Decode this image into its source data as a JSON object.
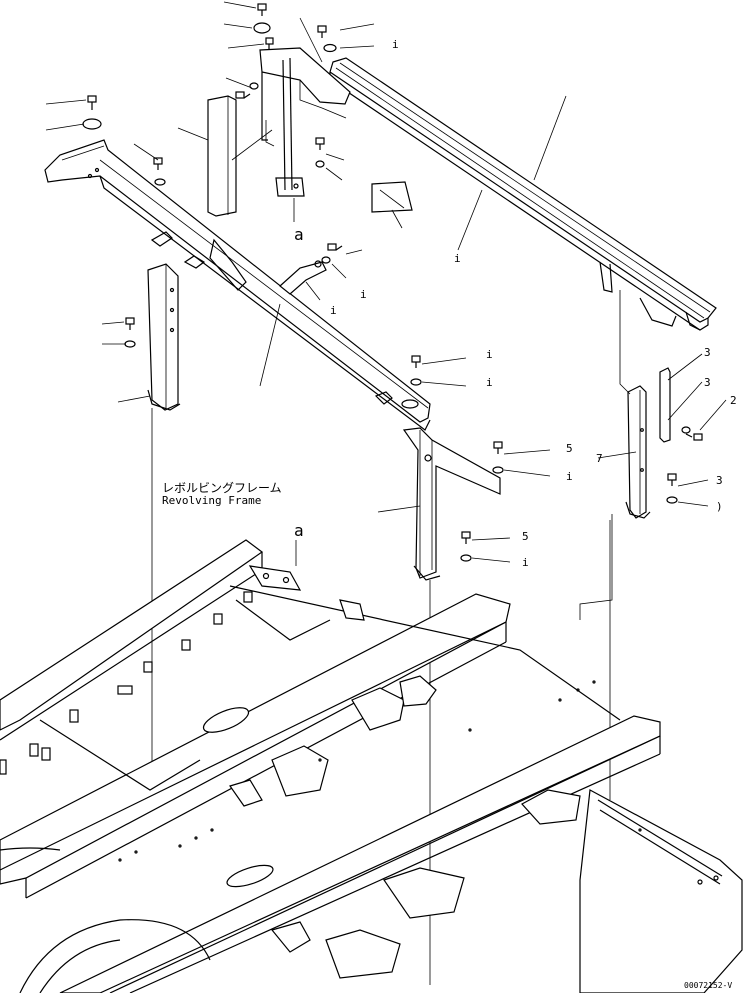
{
  "labels": {
    "frame_jp": "レボルビングフレーム",
    "frame_en": "Revolving Frame",
    "ref_a_top": "a",
    "ref_a_bottom": "a",
    "drawing_no": "00072152-V"
  },
  "callouts": {
    "c_i_1": "i",
    "c_i_2": "i",
    "c_i_3": "i",
    "c_i_4": "i",
    "c_i_5": "i",
    "c_i_6": "i",
    "c_7": "7",
    "c_5a": "5",
    "c_i_7": "i",
    "c_5b": "5",
    "c_i_8": "i",
    "c_3a": "3",
    "c_3b": "3",
    "c_2": "2",
    "c_3c": "3",
    "c_close": ")"
  }
}
